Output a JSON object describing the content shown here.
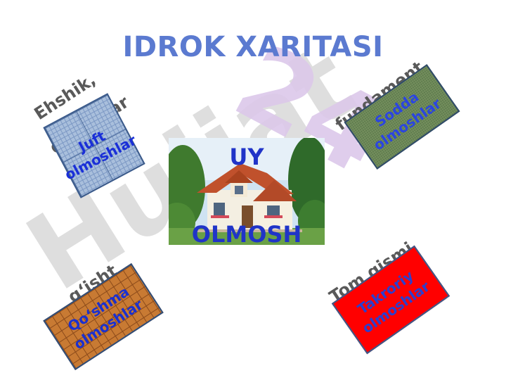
{
  "title": "IDROK XARITASI",
  "watermark": {
    "main": "Hujjat",
    "number": "24"
  },
  "center": {
    "line1": "UY",
    "line2": "OLMOSH"
  },
  "corners": {
    "top_left": {
      "label_line1": "Ehshik,",
      "label_line2": "derazalar",
      "tile_line1": "Juft",
      "tile_line2": "olmoshlar"
    },
    "top_right": {
      "label": "fundament",
      "tile_line1": "Sodda",
      "tile_line2": "olmoshlar"
    },
    "bottom_left": {
      "label": "g‘isht",
      "tile_line1": "Qo‘shma",
      "tile_line2": "olmoshlar"
    },
    "bottom_right": {
      "label": "Tom qismi",
      "tile_line1": "Takroriy",
      "tile_line2": "olmoshlar"
    }
  },
  "colors": {
    "title": "#5b7ad0",
    "tile_text": "#2034c8",
    "label": "#595959",
    "takroriy_fill": "#ff0000"
  }
}
